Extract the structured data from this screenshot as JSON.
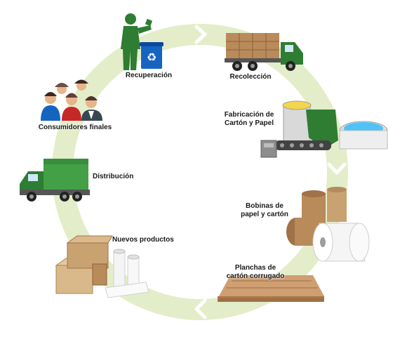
{
  "steps": {
    "recuperacion": "Recuperación",
    "recoleccion": "Recolección",
    "fabricacion": [
      "Fabricación de",
      "Cartón y Papel"
    ],
    "bobinas": [
      "Bobinas de",
      "papel y cartón"
    ],
    "planchas": [
      "Planchas de",
      "cartón corrugado"
    ],
    "nuevos_productos": "Nuevos productos",
    "distribucion": "Distribución",
    "consumidores": "Consumidores finales"
  },
  "icons": {
    "recuperacion": "person-recycling-bin-icon",
    "recoleccion": "truck-with-boxes-icon",
    "fabricacion": "paper-mill-machine-icon",
    "bobinas": "paper-rolls-icon",
    "planchas": "corrugated-sheets-icon",
    "nuevos_productos": "boxes-and-rolls-icon",
    "distribucion": "delivery-truck-icon",
    "consumidores": "people-group-icon"
  },
  "colors": {
    "ring": "#e3edc9",
    "arrow": "#ffffff",
    "green": "#2e7d32",
    "cardboard": "#b98a5a",
    "recycle_blue": "#1565c0"
  }
}
